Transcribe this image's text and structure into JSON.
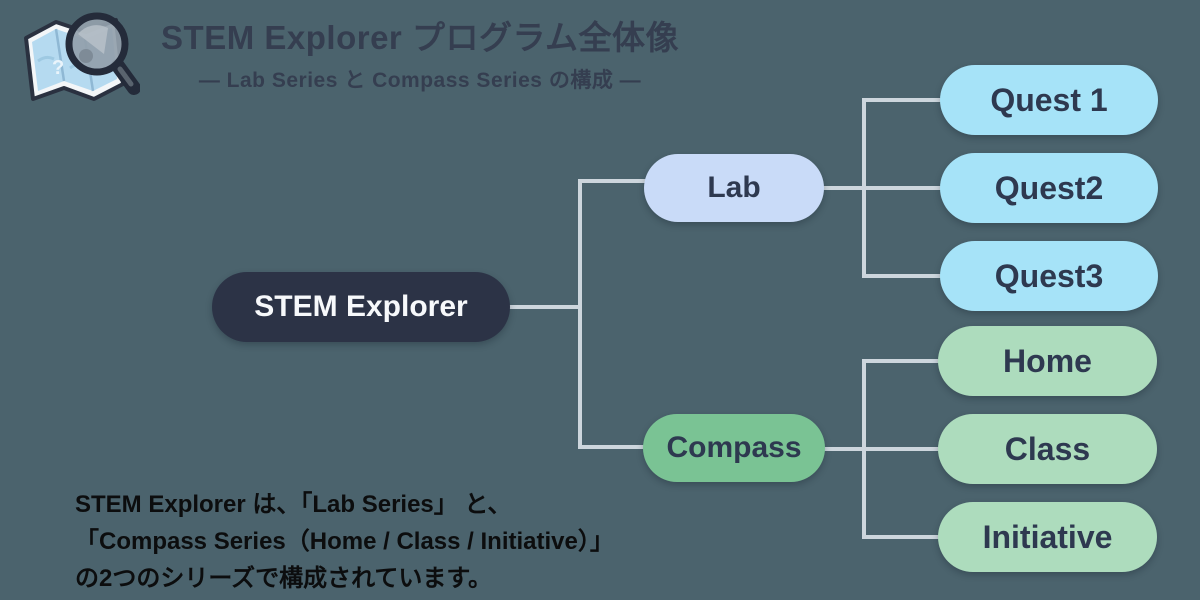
{
  "header": {
    "title": "STEM Explorer プログラム全体像",
    "subtitle": "― Lab Series と Compass Series の構成 ―",
    "logo_icon": "map-magnifier-icon"
  },
  "tree": {
    "root": {
      "label": "STEM Explorer"
    },
    "branches": [
      {
        "label": "Lab",
        "children": [
          {
            "label": "Quest 1"
          },
          {
            "label": "Quest2"
          },
          {
            "label": "Quest3"
          }
        ]
      },
      {
        "label": "Compass",
        "children": [
          {
            "label": "Home"
          },
          {
            "label": "Class"
          },
          {
            "label": "Initiative"
          }
        ]
      }
    ]
  },
  "footer": {
    "line1": "STEM Explorer は、「Lab Series」 と、",
    "line2": "「Compass Series（Home / Class / Initiative）」",
    "line3": "の2つのシリーズで構成されています。"
  },
  "colors": {
    "background": "#4b636d",
    "connector": "#cdd6dd",
    "root_fill": "#2c3346",
    "root_text": "#f7f9fb",
    "lab_fill": "#c9dbf8",
    "quest_fill": "#a6e3f8",
    "compass_fill": "#7ac394",
    "compass_child_fill": "#addcbd",
    "node_text": "#2e3950",
    "title_text": "#353e50",
    "footer_text": "#0c0d0e"
  }
}
